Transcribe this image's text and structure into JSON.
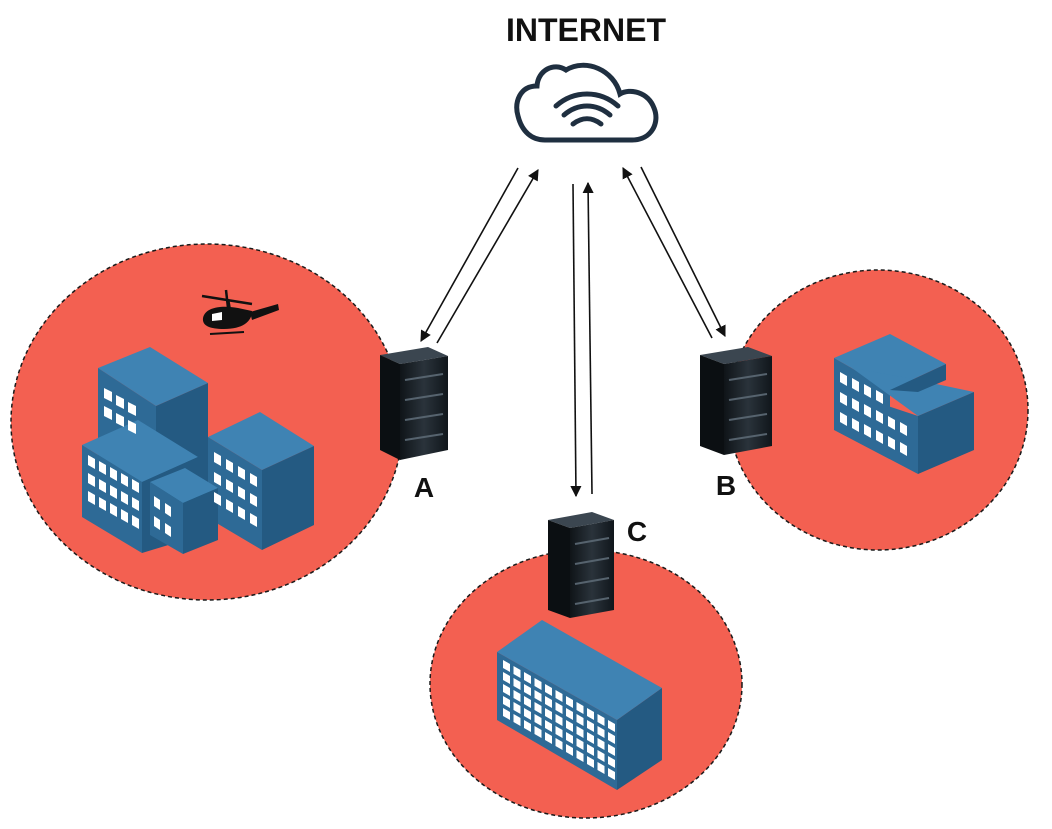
{
  "title": "INTERNET",
  "servers": [
    {
      "id": "A",
      "label": "A"
    },
    {
      "id": "B",
      "label": "B"
    },
    {
      "id": "C",
      "label": "C"
    }
  ],
  "icons": {
    "cloud": "cloud-wifi-icon",
    "server": "server-rack-icon",
    "building": "office-building-icon",
    "helicopter": "helicopter-icon"
  },
  "colors": {
    "zone_fill": "#f36051",
    "zone_border": "#1a1a1a",
    "building_front": "#2e6a96",
    "building_side": "#245a82",
    "building_top": "#3f83b3",
    "window": "#ffffff",
    "server_body": "#1c2228",
    "cloud_stroke": "#1f2f40",
    "text": "#111111"
  }
}
